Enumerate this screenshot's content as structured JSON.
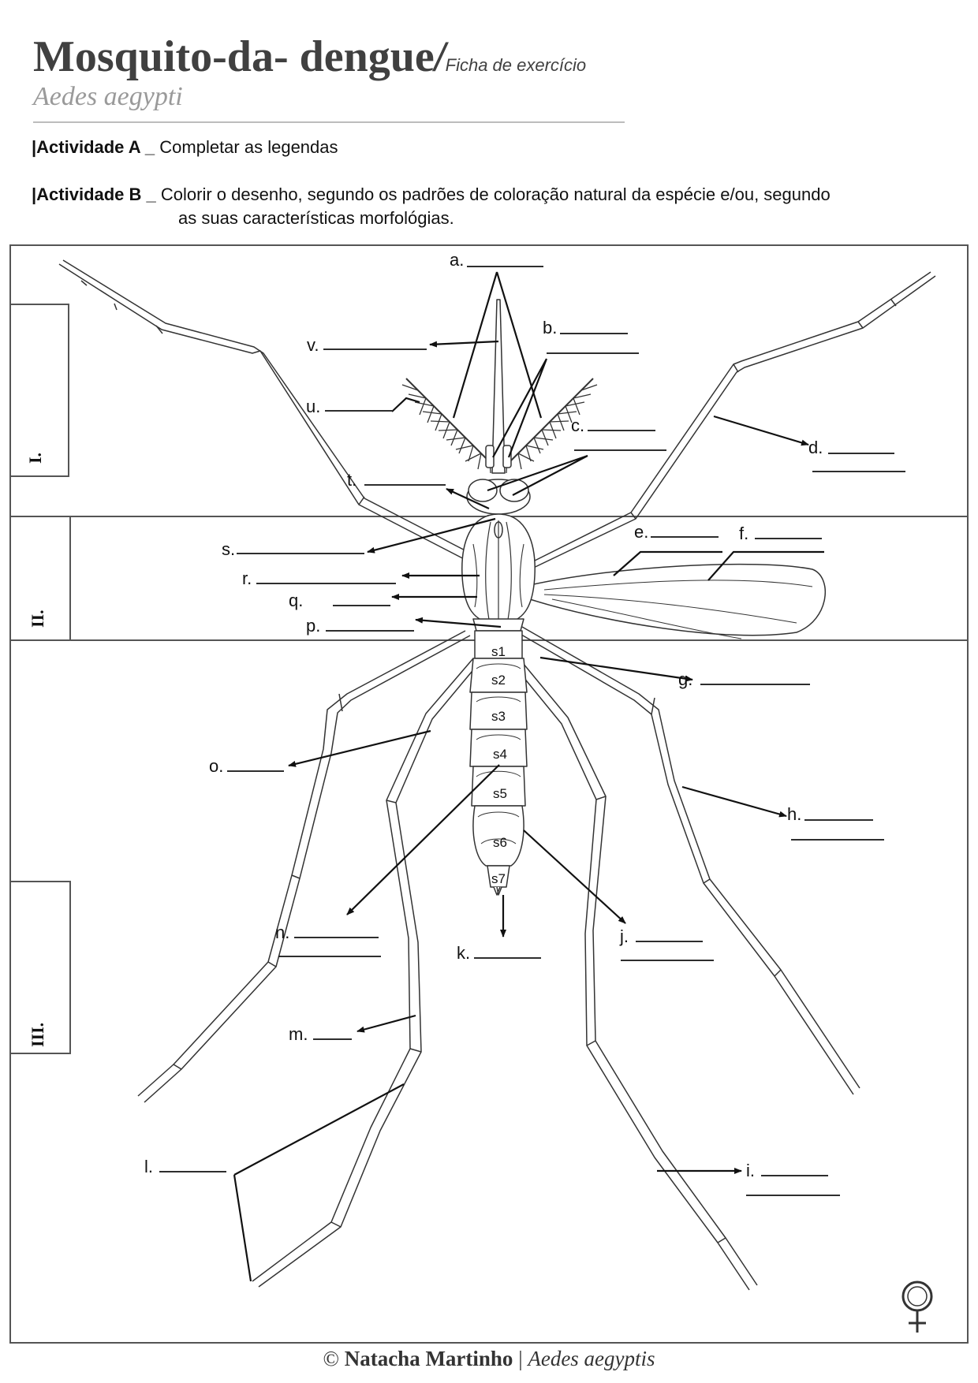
{
  "header": {
    "title": "Mosquito-da- dengue",
    "slash": "/",
    "subtitle": "Ficha de exercício",
    "species": "Aedes aegypti"
  },
  "activities": [
    {
      "label": "|Actividade A _",
      "text": "Completar as legendas",
      "cont": ""
    },
    {
      "label": "|Actividade B _",
      "text": "Colorir o desenho, segundo os padrões de coloração natural da espécie e/ou, segundo",
      "cont": "as suas características morfológias."
    }
  ],
  "sections": [
    "I.",
    "II.",
    "III."
  ],
  "labels": {
    "a": "a.",
    "b": "b.",
    "c": "c.",
    "d": "d.",
    "e": "e.",
    "f": "f.",
    "g": "g.",
    "h": "h.",
    "i": "i.",
    "j": "j.",
    "k": "k.",
    "l": "l.",
    "m": "m.",
    "n": "n.",
    "o": "o.",
    "p": "p.",
    "q": "q.",
    "r": "r.",
    "s": "s.",
    "t": "t.",
    "u": "u.",
    "v": "v."
  },
  "segments": [
    "s1",
    "s2",
    "s3",
    "s4",
    "s5",
    "s6",
    "s7"
  ],
  "symbol": "female-symbol",
  "footer": {
    "copyright": "©",
    "author": "Natacha Martinho",
    "sep": "|",
    "species": "Aedes aegyptis"
  }
}
